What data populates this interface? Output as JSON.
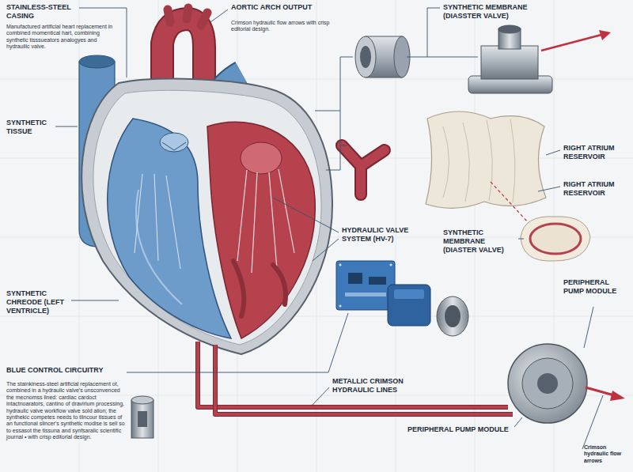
{
  "diagram": {
    "labels": [
      "STAINLESS-STEEL CASING",
      "Manufactured artificial heart replacement in combined momentical hart, combining synthetic tisssueators analogyes and hydrauliic valve.",
      "AORTIC ARCH OUTPUT",
      "Crimson hydraulic flow arrows with crisp editorial design.",
      "SYNTHETIC MEMBRANE (DIASSTER VALVE)",
      "SYNTHETIC TISSUE",
      "RIGHT ATRIUM RESERVOIR",
      "RIGHT ATRIUM RESERVOIR",
      "HYDRAULIC VALVE SYSTEM (HV-7)",
      "SYNTHETIC MEMBRANE (DIASTER VALVE)",
      "SYNTHETIC CHREODE (LEFT VENTRICLE)",
      "PERIPHERAL PUMP MODULE",
      "BLUE CONTROL CIRCUITRY",
      "The stainkiness-steel artificial replacement ot, combined in a hydraulic valve's unsconvenced the mecnomss lined: cardiac cardoct intactnoarators, cantino of dravirium processing, hydraulic valve workflow valve sold alion; the synthekic competes needs to tiincour tissues of an functional slincer's synthetic modise is sell so to essasot the tissuna and synfsaralic scientific journal • with crisp editorial design.",
      "METALLIC CRIMSON HYDRAULIC LINES",
      "PERIPHERAL PUMP MODULE",
      "Crimson hydraulic flow arrows"
    ]
  }
}
